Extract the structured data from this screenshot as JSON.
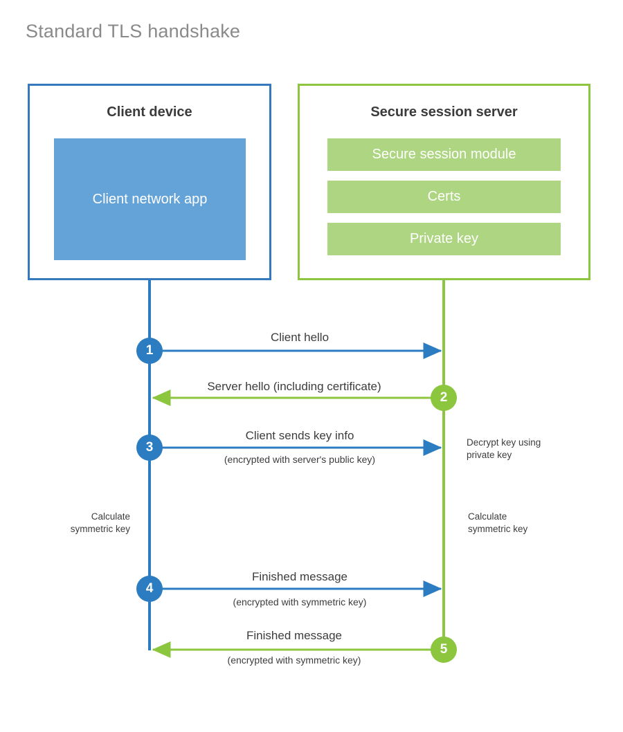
{
  "title": "Standard TLS handshake",
  "colors": {
    "client_accent": "#2b7cc0",
    "client_border": "#3579bd",
    "client_fill": "#63a3d8",
    "server_accent": "#8cc63e",
    "server_fill": "#aed581",
    "text": "#3c3c3c",
    "title_text": "#8a8a8a"
  },
  "client": {
    "title": "Client device",
    "app_label": "Client network\napp"
  },
  "server": {
    "title": "Secure session server",
    "bars": [
      {
        "label": "Secure session module"
      },
      {
        "label": "Certs"
      },
      {
        "label": "Private key"
      }
    ]
  },
  "steps": [
    {
      "number": "1",
      "side": "client",
      "direction": "right",
      "primary": "Client hello",
      "secondary": ""
    },
    {
      "number": "2",
      "side": "server",
      "direction": "left",
      "primary": "Server hello (including certificate)",
      "secondary": ""
    },
    {
      "number": "3",
      "side": "client",
      "direction": "right",
      "primary": "Client sends key info",
      "secondary": "(encrypted with server's public key)"
    },
    {
      "number": "4",
      "side": "client",
      "direction": "right",
      "primary": "Finished message",
      "secondary": "(encrypted with symmetric key)"
    },
    {
      "number": "5",
      "side": "server",
      "direction": "left",
      "primary": "Finished message",
      "secondary": "(encrypted with symmetric key)"
    }
  ],
  "notes": {
    "decrypt_key": "Decrypt key using\nprivate key",
    "calculate_symmetric_key_client": "Calculate\nsymmetric key",
    "calculate_symmetric_key_server": "Calculate\nsymmetric key"
  }
}
